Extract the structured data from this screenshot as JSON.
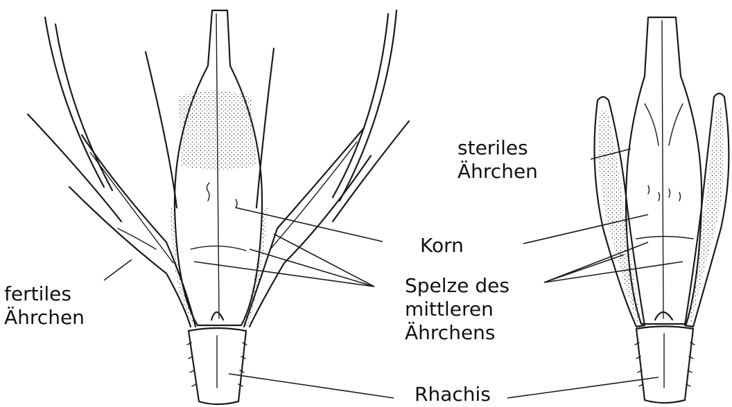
{
  "labels": {
    "fertile_spikelet": [
      "fertiles",
      "Ährchen"
    ],
    "sterile_spikelet": [
      "steriles",
      "Ährchen"
    ],
    "grain": "Korn",
    "hull": [
      "Spelze des",
      "mittleren",
      "Ährchens"
    ],
    "rachis": "Rhachis"
  },
  "colors": {
    "ink": "#1a1a1a",
    "background": "#ffffff"
  }
}
